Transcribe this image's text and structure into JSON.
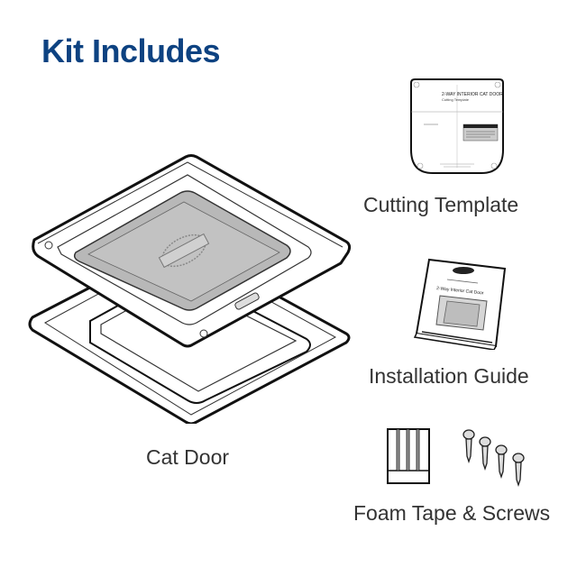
{
  "header": {
    "title": "Kit Includes"
  },
  "colors": {
    "title": "#0d4281",
    "label": "#333333",
    "line": "#111111",
    "flap": "#b8b8b8"
  },
  "items": [
    {
      "id": "cat-door",
      "label": "Cat Door",
      "icon": "cat-door-illustration"
    },
    {
      "id": "cutting-template",
      "label": "Cutting Template",
      "icon": "cutting-template-illustration",
      "doc_title": "2-WAY INTERIOR CAT DOOR",
      "doc_subtitle": "Cutting Template"
    },
    {
      "id": "installation-guide",
      "label": "Installation Guide",
      "icon": "installation-guide-illustration",
      "doc_title": "2-Way Interior Cat Door"
    },
    {
      "id": "foam-tape-screws",
      "label": "Foam Tape & Screws",
      "icon": "foam-tape-screws-illustration"
    }
  ]
}
